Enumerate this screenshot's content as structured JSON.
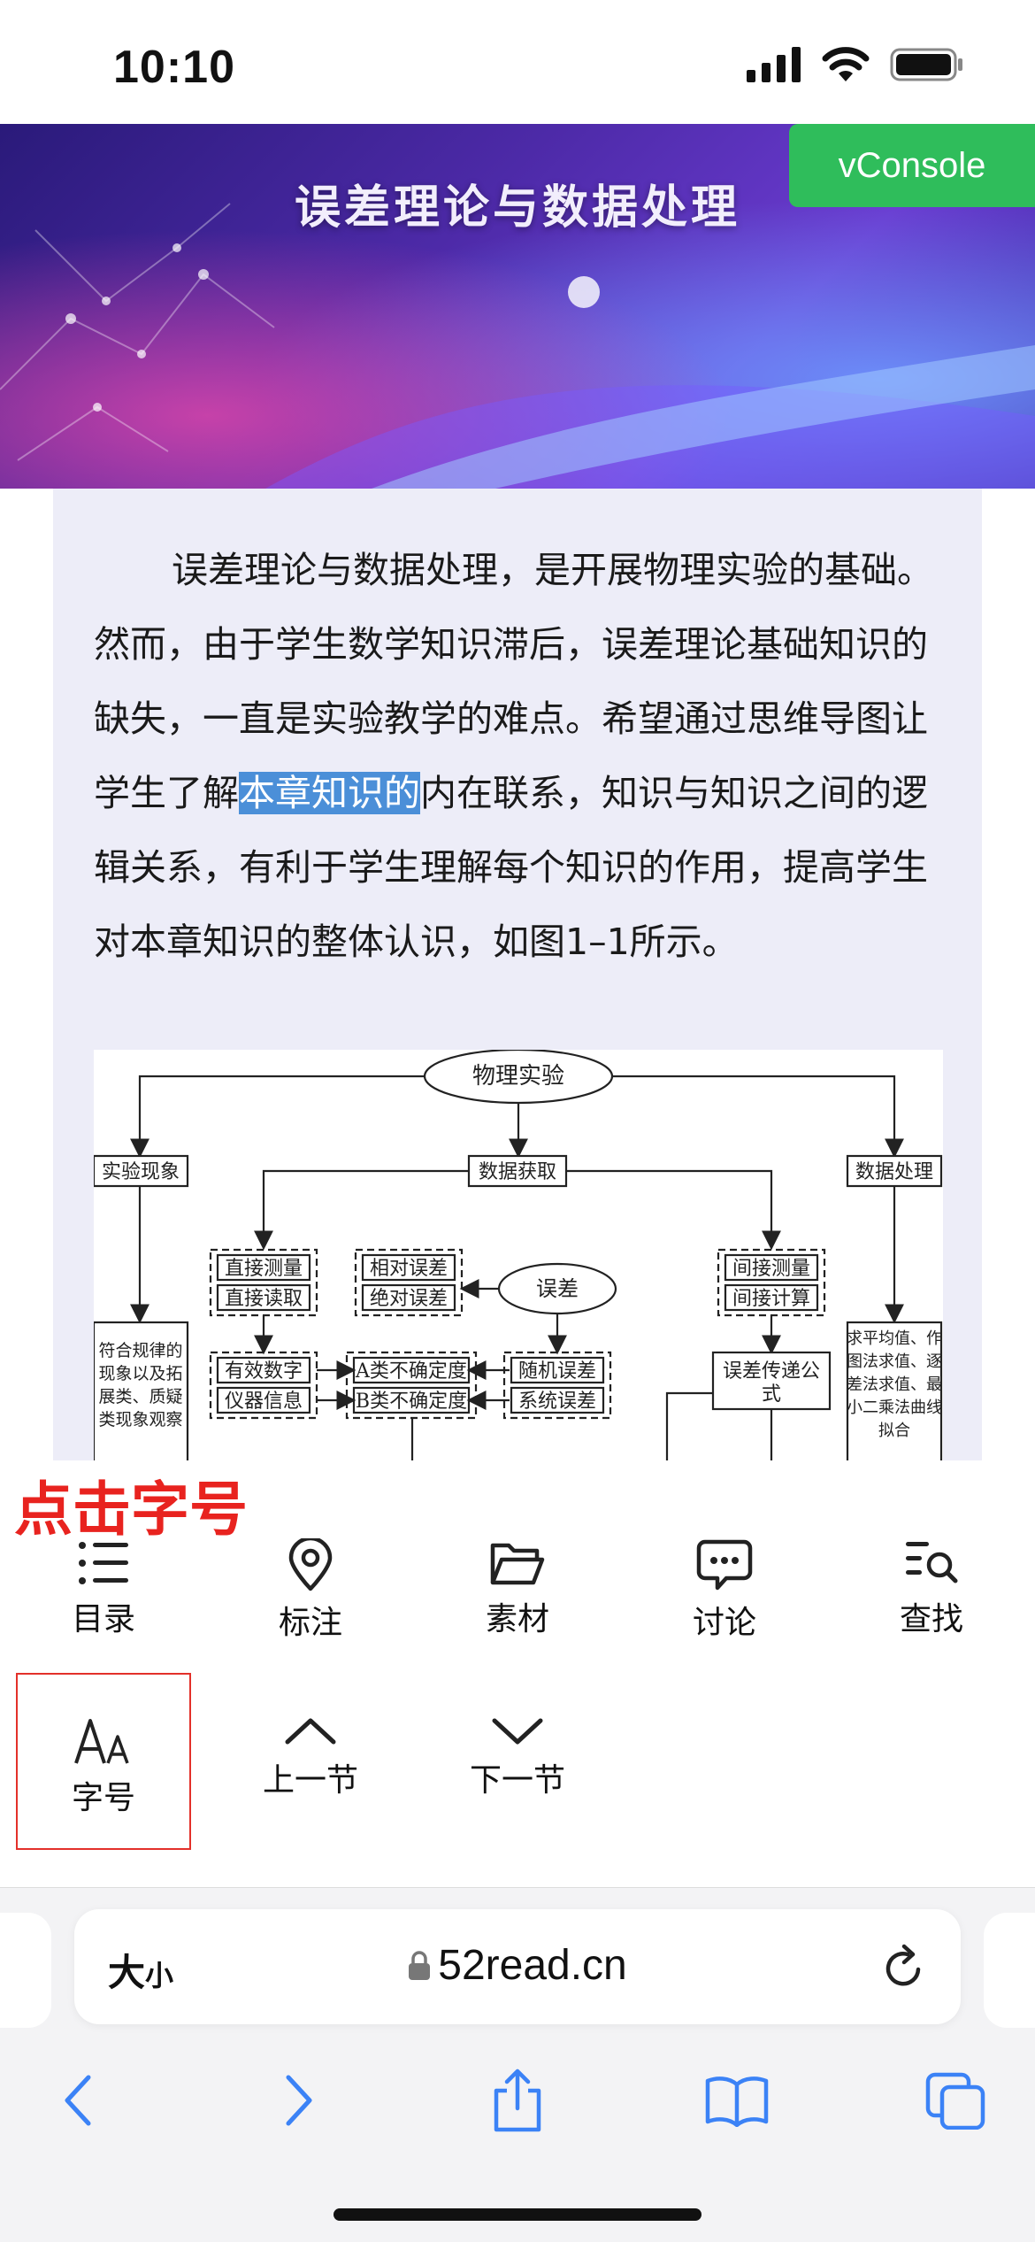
{
  "status_bar": {
    "time": "10:10"
  },
  "banner": {
    "title": "误差理论与数据处理"
  },
  "vconsole": {
    "label": "vConsole"
  },
  "article": {
    "text_before": "误差理论与数据处理，是开展物理实验的基础。然而，由于学生数学知识滞后，误差理论基础知识的缺失，一直是实验教学的难点。希望通过思维导图让学生了解",
    "text_highlighted": "本章知识的",
    "text_after": "内在联系，知识与知识之间的逻辑关系，有利于学生理解每个知识的作用，提高学生对本章知识的整体认识，如图1–1所示。"
  },
  "diagram": {
    "root": "物理实验",
    "left_head": "实验现象",
    "center_head": "数据获取",
    "right_head": "数据处理",
    "direct_measure": "直接测量",
    "direct_read": "直接读取",
    "relative_error": "相对误差",
    "absolute_error": "绝对误差",
    "error": "误差",
    "indirect_measure": "间接测量",
    "indirect_calc": "间接计算",
    "left_box": [
      "符合规律的",
      "现象以及拓",
      "展类、质疑",
      "类现象观察"
    ],
    "sig_digits": "有效数字",
    "instrument_info": "仪器信息",
    "type_a": "A类不确定度",
    "type_b": "B类不确定度",
    "random_error": "随机误差",
    "system_error": "系统误差",
    "propagation": [
      "误差传递公",
      "式"
    ],
    "right_box": [
      "求平均值、作",
      "图法求值、逐",
      "差法求值、最",
      "小二乘法曲线",
      "拟合"
    ]
  },
  "annotation": {
    "text": "点击字号"
  },
  "toolbar": {
    "catalog": "目录",
    "annotate": "标注",
    "material": "素材",
    "discuss": "讨论",
    "search": "查找",
    "font_size": "字号",
    "prev_section": "上一节",
    "next_section": "下一节"
  },
  "safari": {
    "aa_big": "大",
    "aa_small": "小",
    "url": "52read.cn"
  },
  "colors": {
    "highlight": "#4b8fd8",
    "annotation": "#e8231f",
    "vconsole": "#2fbd5b",
    "ios_blue": "#3b82f6"
  }
}
